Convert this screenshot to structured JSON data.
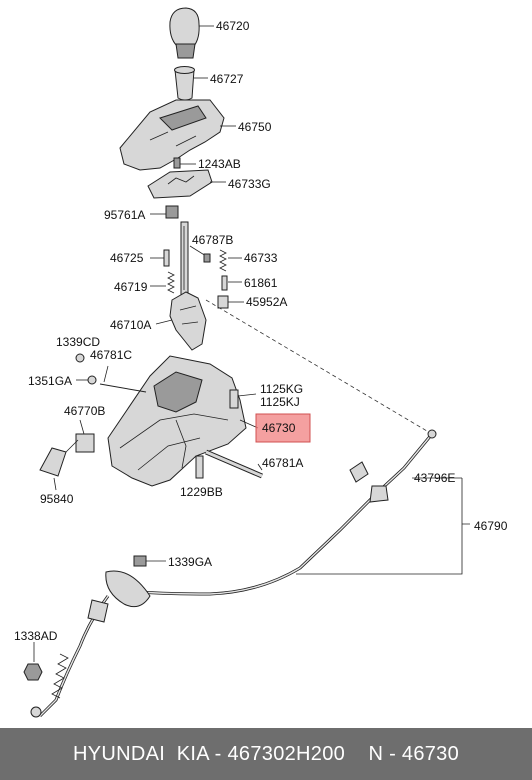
{
  "colors": {
    "footer_background": "#6e6e6e",
    "footer_text": "#ffffff",
    "highlight": "#f08080"
  },
  "labels": {
    "p46720": "46720",
    "p46727": "46727",
    "p46750": "46750",
    "p1243AB": "1243AB",
    "p46733G": "46733G",
    "p95761A": "95761A",
    "p46787B": "46787B",
    "p46725": "46725",
    "p46733": "46733",
    "p46719": "46719",
    "p61861": "61861",
    "p45952A": "45952A",
    "p46710A": "46710A",
    "p1339CD": "1339CD",
    "p46781C": "46781C",
    "p1351GA": "1351GA",
    "p1125KG": "1125KG",
    "p1125KJ": "1125KJ",
    "p46770B": "46770B",
    "p46730": "46730",
    "p46781A": "46781A",
    "p43796E": "43796E",
    "p95840": "95840",
    "p1229BB": "1229BB",
    "p46790": "46790",
    "p1339GA": "1339GA",
    "p1338AD": "1338AD"
  },
  "footer": {
    "brand": "HYUNDAI  KIA - ",
    "part_number": "467302H200",
    "ref": "    N - 46730"
  }
}
